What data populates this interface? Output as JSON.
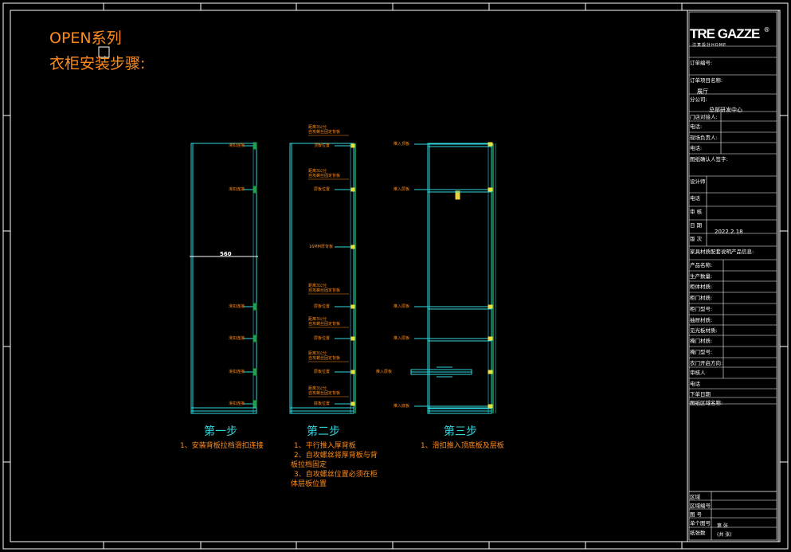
{
  "header": {
    "line1": "OPEN系列",
    "line2": "衣柜安装步骤:"
  },
  "brand": {
    "logo_main": "TRE GAZZE",
    "logo_mark": "®",
    "logo_sub": "注意設計HOME"
  },
  "steps": [
    {
      "title": "第一步",
      "instructions": [
        "1、安装背板拉档滑扣连接"
      ]
    },
    {
      "title": "第二步",
      "instructions": [
        "1、平行推入厚背板",
        "2、自攻螺丝将厚背板与背",
        "板拉档固定",
        "3、自攻螺丝位置必须在柜",
        "体层板位置"
      ]
    },
    {
      "title": "第三步",
      "instructions": [
        "1、滑扣推入顶底板及层板"
      ]
    }
  ],
  "cabinet1": {
    "labels": [
      "滑扣连接",
      "滑扣连接",
      "滑扣连接",
      "滑扣连接",
      "滑扣连接",
      "滑扣连接"
    ],
    "dimension": "560"
  },
  "cabinet2": {
    "note_line1": "距离3公分",
    "note_line2": "自攻螺丝固定背板",
    "labels": [
      "顶板位置",
      "层板位置",
      "16MM厚背板",
      "层板位置",
      "层板位置",
      "层板位置",
      "底板位置"
    ]
  },
  "cabinet3": {
    "labels": [
      "推入顶板",
      "推入层板",
      "推入层板",
      "推入层板",
      "推入层板",
      "推入底板"
    ]
  },
  "title_block": {
    "rows": [
      "订单编号:",
      "订单项目名称:",
      "分公司:",
      "门店对接人:",
      "电话:",
      "现场负责人:",
      "电话:",
      "图纸确认人签字:",
      "设计师",
      "电话",
      "审 核",
      "日 期",
      "版 次",
      "家具材质配套说明产品信息:",
      "产品名称:",
      "生产数量:",
      "柜体材质:",
      "柜门材质:",
      "柜门型号:",
      "抽屉材质:",
      "见光板材质:",
      "掩门材质:",
      "掩门型号:",
      "衣门开启方向:",
      "审核人",
      "电话",
      "下单日期",
      "图纸区域名称:",
      "区域",
      "区域编号",
      "图 号",
      "单个图号",
      "纸张数"
    ],
    "project_value": "展厅",
    "branch_value": "总部研发中心",
    "date_value": "2022.2.18",
    "sheet": "第 张",
    "total": "(共 张)"
  }
}
